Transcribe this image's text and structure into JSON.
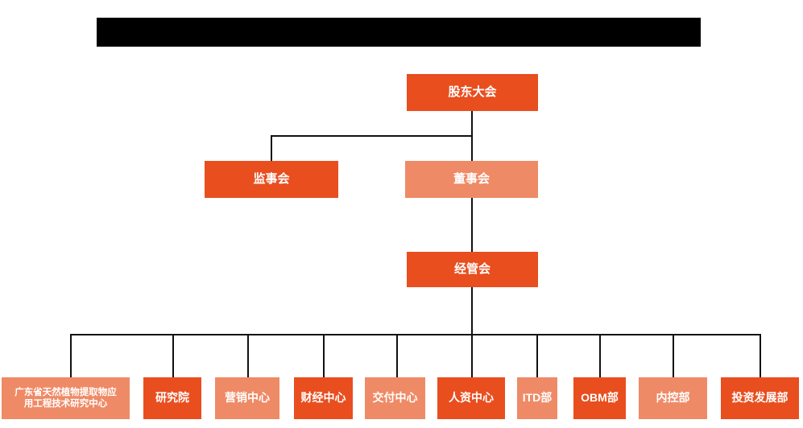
{
  "colors": {
    "primary": "#E94E1F",
    "secondary": "#EF8A66",
    "line": "#111111",
    "redaction": "#000000",
    "node_text": "#FFFFFF",
    "background": "#FFFFFF"
  },
  "org": {
    "top": [
      {
        "id": "shareholders-meeting",
        "label": "股东大会",
        "variant": "primary"
      },
      {
        "id": "supervisory-board",
        "label": "监事会",
        "variant": "primary"
      },
      {
        "id": "board-of-directors",
        "label": "董事会",
        "variant": "secondary"
      },
      {
        "id": "management-committee",
        "label": "经管会",
        "variant": "primary"
      }
    ],
    "departments": [
      {
        "label": "广东省天然植物提取物应\n用工程技术研究中心",
        "variant": "secondary"
      },
      {
        "label": "研究院",
        "variant": "primary"
      },
      {
        "label": "营销中心",
        "variant": "secondary"
      },
      {
        "label": "财经中心",
        "variant": "primary"
      },
      {
        "label": "交付中心",
        "variant": "secondary"
      },
      {
        "label": "人资中心",
        "variant": "primary"
      },
      {
        "label": "ITD部",
        "variant": "secondary"
      },
      {
        "label": "OBM部",
        "variant": "primary"
      },
      {
        "label": "内控部",
        "variant": "secondary"
      },
      {
        "label": "投资发展部",
        "variant": "primary"
      }
    ]
  }
}
